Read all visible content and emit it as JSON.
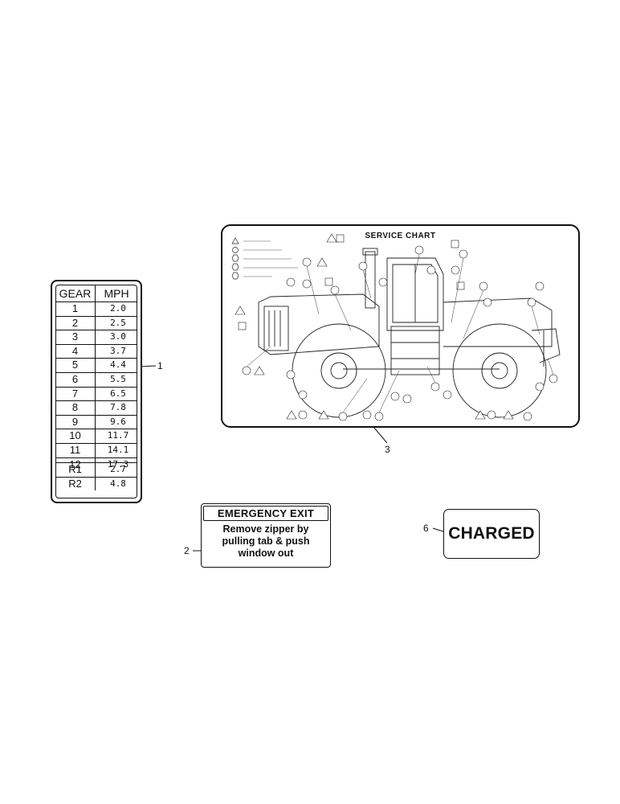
{
  "gear_chart": {
    "headers": {
      "gear": "GEAR",
      "speed": "MPH"
    },
    "forward": [
      {
        "gear": "1",
        "mph": "2.0"
      },
      {
        "gear": "2",
        "mph": "2.5"
      },
      {
        "gear": "3",
        "mph": "3.0"
      },
      {
        "gear": "4",
        "mph": "3.7"
      },
      {
        "gear": "5",
        "mph": "4.4"
      },
      {
        "gear": "6",
        "mph": "5.5"
      },
      {
        "gear": "7",
        "mph": "6.5"
      },
      {
        "gear": "8",
        "mph": "7.8"
      },
      {
        "gear": "9",
        "mph": "9.6"
      },
      {
        "gear": "10",
        "mph": "11.7"
      },
      {
        "gear": "11",
        "mph": "14.1"
      },
      {
        "gear": "12",
        "mph": "17.3"
      }
    ],
    "reverse": [
      {
        "gear": "R1",
        "mph": "2.7"
      },
      {
        "gear": "R2",
        "mph": "4.8"
      }
    ]
  },
  "service_chart": {
    "title": "SERVICE CHART"
  },
  "emergency_exit": {
    "heading": "EMERGENCY EXIT",
    "lines": [
      "Remove zipper by",
      "pulling tab & push",
      "window out"
    ]
  },
  "charged": {
    "text": "CHARGED"
  },
  "callouts": {
    "gear_decal": "1",
    "exit_decal": "2",
    "service_decal": "3",
    "charged_decal": "6"
  }
}
